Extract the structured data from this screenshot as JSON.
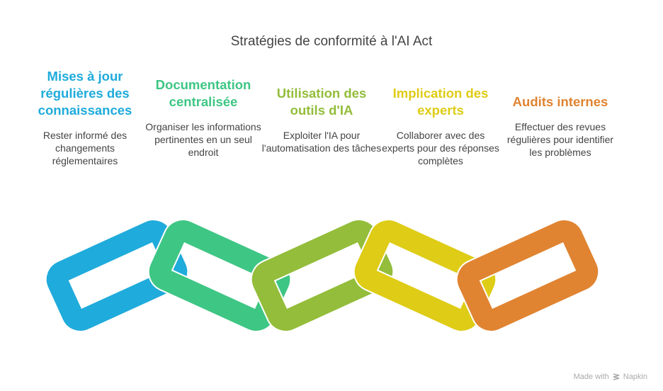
{
  "title": "Stratégies de conformité à l'AI Act",
  "items": [
    {
      "heading": "Mises à jour régulières des connaissances",
      "description": "Rester informé des changements réglementaires",
      "color": "#1FABDB"
    },
    {
      "heading": "Documentation centralisée",
      "description": "Organiser les informations pertinentes en un seul endroit",
      "color": "#3EC684"
    },
    {
      "heading": "Utilisation des outils d'IA",
      "description": "Exploiter l'IA pour l'automatisation des tâches",
      "color": "#93BD3A"
    },
    {
      "heading": "Implication des experts",
      "description": "Collaborer avec des experts pour des réponses complètes",
      "color": "#DECC16"
    },
    {
      "heading": "Audits internes",
      "description": "Effectuer des revues régulières pour identifier les problèmes",
      "color": "#E08432"
    }
  ],
  "footer": {
    "made_with": "Made with",
    "brand": "Napkin",
    "icon": "napkin-logo-icon"
  }
}
